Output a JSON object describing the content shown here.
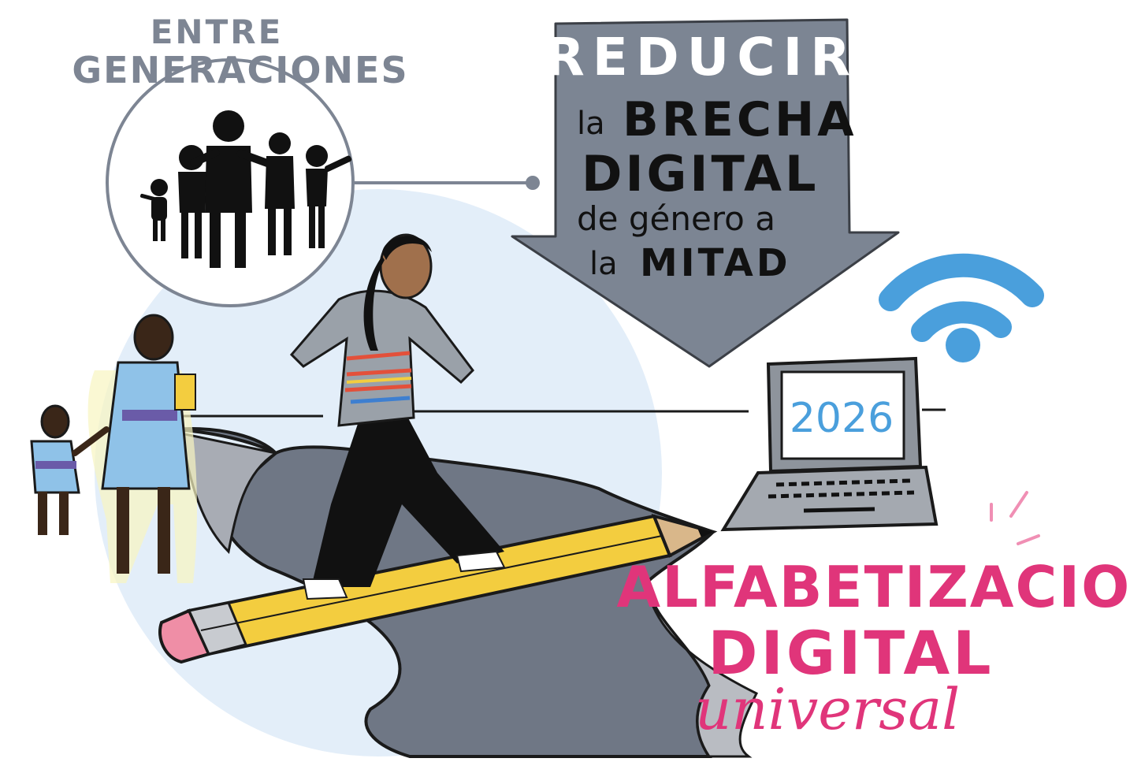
{
  "illustration": {
    "circle_caption": {
      "line1": "ENTRE",
      "line2": "GENERACIONES"
    },
    "arrow_text": {
      "line1": "REDUCIR",
      "line2_prefix": "la",
      "line2_main": "BRECHA",
      "line3": "DIGITAL",
      "line4": "de género a",
      "line5_prefix": "la",
      "line5_main": "MITAD"
    },
    "laptop_screen_text": "2026",
    "headline": {
      "line1": "ALFABETIZACION",
      "line2": "DIGITAL",
      "line3": "universal"
    },
    "icons": {
      "family": "family-group-icon",
      "wifi": "wifi-icon",
      "laptop": "laptop-icon",
      "pencil": "pencil-icon"
    },
    "colors": {
      "arrow_gray": "#7c8593",
      "caption_gray": "#7d8593",
      "wifi_blue": "#4a9fdc",
      "headline_pink": "#e0357a",
      "pencil_yellow": "#f3cd3f",
      "background_circle": "#e3eef9",
      "chasm_gray": "#6f7785"
    }
  }
}
